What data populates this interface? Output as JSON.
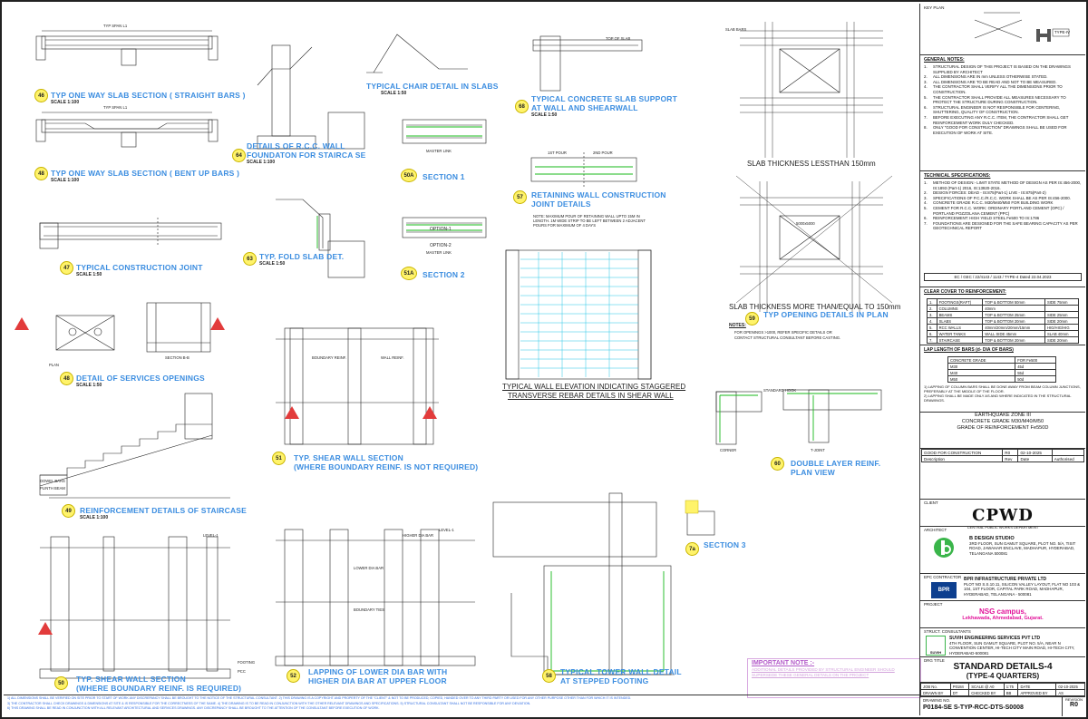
{
  "details": [
    {
      "num": "46",
      "title": "TYP ONE WAY SLAB SECTION ( STRAIGHT BARS )",
      "scale": "SCALE 1:100"
    },
    {
      "num": "48",
      "title": "TYP ONE WAY SLAB SECTION ( BENT UP BARS )",
      "scale": "SCALE 1:100"
    },
    {
      "num": "47",
      "title": "TYPICAL CONSTRUCTION JOINT",
      "scale": "SCALE 1:50"
    },
    {
      "num": "48",
      "title": "DETAIL OF SERVICES OPENINGS",
      "scale": "SCALE 1:50"
    },
    {
      "num": "49",
      "title": "REINFORCEMENT DETAILS OF STAIRCASE",
      "scale": "SCALE 1:100"
    },
    {
      "num": "50",
      "title": "TYP. SHEAR WALL SECTION",
      "subtitle": "(WHERE BOUNDARY REINF. IS REQUIRED)"
    },
    {
      "num": "64",
      "title": "DETAILS OF R.C.C. WALL",
      "subtitle": "FOUNDATON FOR STAIRCA SE",
      "scale": "SCALE 1:100"
    },
    {
      "num": "",
      "title": "TYPICAL CHAIR DETAIL IN SLABS",
      "scale": "SCALE 1:50"
    },
    {
      "num": "50A",
      "title": "SECTION 1"
    },
    {
      "num": "63",
      "title": "TYP. FOLD SLAB DET.",
      "scale": "SCALE 1:50"
    },
    {
      "num": "51A",
      "title": "SECTION 2"
    },
    {
      "num": "51",
      "title": "TYP. SHEAR WALL SECTION",
      "subtitle": "(WHERE BOUNDARY REINF. IS NOT REQUIRED)"
    },
    {
      "num": "52",
      "title": "LAPPING OF LOWER DIA BAR WITH",
      "subtitle": "HIGHER DIA BAR AT UPPER FLOOR"
    },
    {
      "num": "68",
      "title": "TYPICAL CONCRETE SLAB SUPPORT",
      "subtitle": "AT WALL AND SHEARWALL",
      "scale": "SCALE 1:50"
    },
    {
      "num": "57",
      "title": "RETAINING WALL CONSTRUCTION",
      "subtitle": "JOINT DETAILS"
    },
    {
      "num": "58",
      "title": "TYPICAL TOWER WALL DETAIL",
      "subtitle": "AT STEPPED FOOTING"
    },
    {
      "num": "7a",
      "title": "SECTION 3"
    },
    {
      "num": "59",
      "title": "TYP OPENING DETAILS IN PLAN"
    },
    {
      "num": "60",
      "title": "DOUBLE LAYER REINF.",
      "subtitle": "PLAN VIEW"
    }
  ],
  "captions": {
    "slab_less": "SLAB THICKNESS LESSTHAN 150mm",
    "slab_more": "SLAB THICKNESS MORE THAN/EQUAL TO 150mm",
    "wall_elev_1": "TYPICAL WALL ELEVATION INDICATING STAGGERED",
    "wall_elev_2": "TRANSVERSE REBAR DETAILS IN SHEAR WALL",
    "notes_hdr": "NOTES:",
    "notes_1": "FOR OPENINGS >1000, REFER SPECIFIC DETAILS OR",
    "notes_2": "CONTACT STRUCTURAL CONSULTANT BEFORE CASTING.",
    "option1": "OPTION-1",
    "option2": "OPTION-2",
    "plan": "PLAN",
    "section_bb": "SECTION B-B",
    "corner": "CORNER",
    "t_joint": "T-JOINT",
    "typ_span": "TYP SPAN L1",
    "master_link": "MASTER LINK",
    "boundary_reinf": "BOUNDARY REINF.",
    "wall_reinf": "WALL REINF.",
    "level_1": "LEVEL-1",
    "footing": "FOOTING",
    "pcc": "PCC",
    "standard_hook": "STANDARD HOOK",
    "dowel_bars": "DOWEL BARS",
    "plinth_beam": "PLINTH BEAM",
    "ist_pour": "1ST POUR",
    "iind_pour": "2ND POUR",
    "slab_bars": "SLAB BARS",
    "opening": "5000x5000",
    "top_of_slab": "TOP OF SLAB",
    "higher_dia": "HIGHER DIA BAR",
    "lower_dia": "LOWER DIA BAR",
    "boundary_ties": "BOUNDARY TIES",
    "retaining_note": "NOTE: MAXIMUM POUR OF RETAINING WALL UPTO 15M IN LENGTH. 1M WIDE STRIP TO BE LEFT BETWEEN 2 ADJACENT POURS FOR MAXIMUM OF 4 DAYS"
  },
  "panel": {
    "key_plan": "KEY PLAN",
    "type_label": "TYPE-IV",
    "general_notes_title": "GENERAL NOTES:",
    "general_notes": [
      {
        "n": "1.",
        "t": "STRUCTURAL DESIGN OF THIS PROJECT IS BASED ON THE DRAWINGS SUPPLIED BY ARCHITECT"
      },
      {
        "n": "2.",
        "t": "ALL DIMENSIONS ARE IN mm UNLESS OTHERWISE STATED."
      },
      {
        "n": "3.",
        "t": "ALL DIMENSIONS ARE TO BE READ AND NOT TO BE MEASURED."
      },
      {
        "n": "4.",
        "t": "THE CONTRACTOR SHALL VERIFY ALL THE DIMENSIONS PRIOR TO CONSTRUCTION."
      },
      {
        "n": "5.",
        "t": "THE CONTRACTOR SHALL PROVIDE ALL MEASURES NECESSARY TO PROTECT THE STRUCTURE DURING CONSTRUCTION."
      },
      {
        "n": "6.",
        "t": "STRUCTURAL ENGINEER IS NOT RESPONSIBLE FOR CENTERING, SHUTTERING, QUALITY OF CONSTRUCTION."
      },
      {
        "n": "7.",
        "t": "BEFORE EXECUTING ANY R.C.C. ITEM, THE CONTRACTOR SHALL GET REINFORCEMENT WORK DULY CHECKED."
      },
      {
        "n": "8.",
        "t": "ONLY \"GOOD FOR CONSTRUCTION\" DRAWINGS SHALL BE USED FOR EXECUTION OF WORK AT SITE."
      }
    ],
    "tech_title": "TECHNICAL SPECIFICATIONS:",
    "tech_specs": [
      {
        "n": "1.",
        "t": "METHOD OF DESIGN:- LIMIT STATE METHOD OF DESIGN AS PER IS:456-2000, IS:1893 (Part-1) 2016, IS:13920-2016."
      },
      {
        "n": "2.",
        "t": "DESIGN FORCES: DEAD - IS:875(Part-1)  LIVE - IS:875(Part-2)"
      },
      {
        "n": "3.",
        "t": "SPECIFICATIONS OF P.C.C./R.C.C. WORK SHALL BE AS PER IS:456-2000."
      },
      {
        "n": "4.",
        "t": "CONCRETE GRADE R.C.C. M30/M40/M50 FOR BUILDING WORK"
      },
      {
        "n": "5.",
        "t": "CEMENT FOR R.C.C. WORK: ORDINARY PORTLAND CEMENT (OPC) / PORTLAND POZZOLANA CEMENT (PPC)"
      },
      {
        "n": "6.",
        "t": "REINFORCEMENT: HIGH YIELD STEEL Fe500 TO IS:1786"
      },
      {
        "n": "7.",
        "t": "FOUNDATIONS ARE DESIGNED FOR THE SAFE BEARING CAPACITY AS PER GEOTECHNICAL REPORT"
      }
    ],
    "ec_line": "EC / GEC / 22/4143 / 1143 / TYPE-4 Dated 22.04.2023",
    "cover_title": "CLEAR COVER TO REINFORCEMENT:",
    "cover_rows": [
      [
        "1.",
        "FOOTINGS(RAFT)",
        "TOP & BOTTOM 50mm",
        "SIDE 75mm"
      ],
      [
        "2.",
        "COLUMNS",
        "40mm",
        ""
      ],
      [
        "3.",
        "BEAMS",
        "TOP & BOTTOM 25mm",
        "SIDE 25mm"
      ],
      [
        "4.",
        "SLABS",
        "TOP & BOTTOM 20mm",
        "SIDE 20mm"
      ],
      [
        "5.",
        "RCC WALLS",
        "40mm/20mm/20mm/15mm",
        "HIG/HIG/HIG"
      ],
      [
        "6.",
        "WATER TANKS",
        "WALL SIDE 45mm",
        "SLAB 40mm"
      ],
      [
        "7.",
        "STAIRCASE",
        "TOP & BOTTOM 20mm",
        "SIDE 20mm"
      ]
    ],
    "lap_title": "LAP LENGTH OF BARS (d- DIA OF BARS)",
    "lap_hdr": [
      "CONCRETE GRADE",
      "FOR Fe500"
    ],
    "lap_rows": [
      [
        "M30",
        "45d"
      ],
      [
        "M40",
        "55d"
      ],
      [
        "M50",
        "50d"
      ]
    ],
    "lap_notes": [
      "1)  LAPPING OF COLUMN BARS SHALL BE DONE AWAY FROM BEAM COLUMN JUNCTIONS, PREFERABLY AT THE MIDDLE OF THE FLOOR.",
      "2)  LAPPING SHALL BE MADE ONLY AS AND WHERE INDICATED IN THE STRUCTURAL DRAWINGS."
    ],
    "zone": "EARTHQUAKE ZONE III",
    "grade": "CONCRETE GRADE M30/M40/M50",
    "reinf": "GRADE OF REINFORCEMENT Fe550D",
    "rev_rows": [
      [
        "GOOD FOR CONSTRUCTION",
        "R0",
        "02-10-2025",
        ""
      ],
      [
        "Description",
        "Rev",
        "Date",
        "Authorised"
      ]
    ],
    "client_label": "CLIENT",
    "client_logo": "CPWD",
    "client_name": "CENTRAL PUBLIC WORKS DEPARTMENT",
    "architect_label": "ARCHITECT",
    "architect_name": "B DESIGN STUDIO",
    "architect_addr": "3RD FLOOR, SUN GAMUT SQUARE, PLOT NO. 5/A, TISIT ROAD, JAWAHAR ENCLAVE, MADHAPUR, HYDERABAD, TELANGANA 500081",
    "epc_label": "EPC CONTRACTOR",
    "epc_name": "BPR INFRASTRUCTURE PRIVATE LTD",
    "epc_addr": "PLOT NO S.S.10.11, SILICON VALLEY LAYOUT, FLAT NO 103 & 104, 1ST FLOOR, CAPITAL PARK ROAD, MADHAPUR, HYDERABAD, TELANGANA - 500081",
    "epc_logo": "BPR",
    "project_label": "PROJECT",
    "project_name": "NSG campus,",
    "project_loc": "Lekhawada, Ahmedabad, Gujarat.",
    "struct_label": "STRUCT. CONSULTANTS",
    "struct_name": "SUVIH ENGINEERING SERVICES PVT LTD",
    "struct_addr": "4TH FLOOR, SUN GAMUT SQUARE, PLOT NO. 5/A, NEAR N CONVENTION CENTER, HI-TECH CITY MAIN ROAD, HI-TECH CITY, HYDERABAD-500081",
    "struct_logo": "SUVIH",
    "dwg_title_label": "DRG TITLE",
    "dwg_title": "STANDARD DETAILS-4",
    "dwg_subtitle": "(TYPE-4 QUARTERS)",
    "meta": [
      [
        "JOB No.",
        "P0184",
        "SCALE @ A0",
        "1:75",
        "DATE",
        "02-10-2025"
      ],
      [
        "DRAWN BY",
        "DT",
        "CHECKED BY",
        "BB",
        "APPROVED BY",
        "AS"
      ]
    ],
    "dwg_no_label": "DRAWING NO.",
    "dwg_no": "P0184-SE S-TYP-RCC-DTS-S0008",
    "rev_label": "REVISION",
    "rev": "R0"
  },
  "important": {
    "title": "IMPORTANT NOTE :-",
    "text": "ADDITIONAL DETAILS PROVIDED BY STRUCTURAL ENGINEER SHOULD SUPERSEDE THESE GENERAL DETAILS ON THE PROJECT"
  },
  "footer": [
    "1) ALL DIMENSIONS SHALL BE VERIFIED ON SITE PRIOR TO START OF WORK ANY DISCREPANCY SHALL BE BROUGHT TO THE NOTICE OF THE STRUCTURAL CONSULTANT.  2) THIS DRAWING IS A COPYRIGHT AND PROPERTY OF THE \"CLIENT\" & NOT TO BE PRODUCED, COPIED, HANDED OVER TO ANY THIRD PARTY OR USED FOR ANY OTHER PURPOSE OTHER THAN FOR WHICH IT IS INTENDED.",
    "3) THE CONTRACTOR SHALL CHECK DRAWINGS & DIMENSIONS AT SITE & IS RESPONSIBLE FOR THE CORRECTNESS OF THE SAME.  4) THE DRAWING IS TO BE READ IN CONJUNCTION WITH THE OTHER RELEVANT DRAWINGS AND SPECIFICATIONS.  5) STRUCTURAL CONSULTANT SHALL NOT BE RESPONSIBLE FOR ANY DEVIATION.",
    "6) THIS DRAWING SHALL BE READ IN CONJUNCTION WITH ALL RELEVANT ARCHITECTURAL AND SERVICES DRAWINGS. ANY DISCREPANCY SHALL BE BROUGHT TO THE ATTENTION OF THE CONSULTANT BEFORE EXECUTION OF WORK."
  ]
}
